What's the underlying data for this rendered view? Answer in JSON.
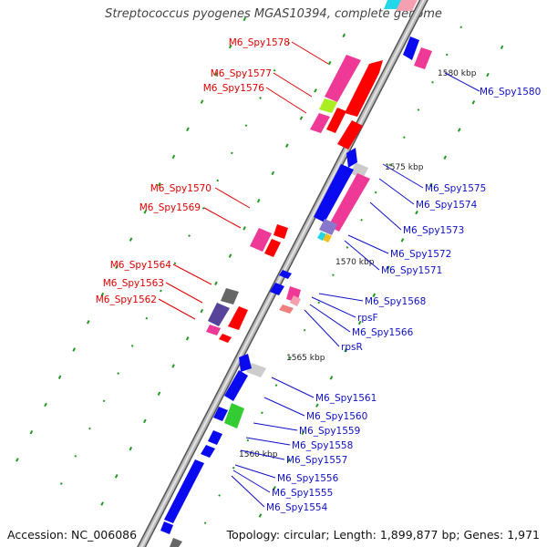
{
  "title": "Streptococcus pyogenes MGAS10394, complete genome",
  "accession": "Accession: NC_006086",
  "summary": "Topology: circular; Length: 1,899,877 bp; Genes: 1,971",
  "scale_labels": [
    "1580 kbp",
    "1575 kbp",
    "1570 kbp",
    "1565 kbp",
    "1560 kbp"
  ],
  "genes": [
    {
      "name": "M6_Spy1578",
      "strand": "forward"
    },
    {
      "name": "M6_Spy1577",
      "strand": "forward"
    },
    {
      "name": "M6_Spy1576",
      "strand": "forward"
    },
    {
      "name": "M6_Spy1570",
      "strand": "forward"
    },
    {
      "name": "M6_Spy1569",
      "strand": "forward"
    },
    {
      "name": "M6_Spy1564",
      "strand": "forward"
    },
    {
      "name": "M6_Spy1563",
      "strand": "forward"
    },
    {
      "name": "M6_Spy1562",
      "strand": "forward"
    },
    {
      "name": "M6_Spy1580",
      "strand": "reverse"
    },
    {
      "name": "M6_Spy1575",
      "strand": "reverse"
    },
    {
      "name": "M6_Spy1574",
      "strand": "reverse"
    },
    {
      "name": "M6_Spy1573",
      "strand": "reverse"
    },
    {
      "name": "M6_Spy1572",
      "strand": "reverse"
    },
    {
      "name": "M6_Spy1571",
      "strand": "reverse"
    },
    {
      "name": "M6_Spy1568",
      "strand": "reverse"
    },
    {
      "name": "rpsF",
      "strand": "reverse"
    },
    {
      "name": "M6_Spy1566",
      "strand": "reverse"
    },
    {
      "name": "rpsR",
      "strand": "reverse"
    },
    {
      "name": "M6_Spy1561",
      "strand": "reverse"
    },
    {
      "name": "M6_Spy1560",
      "strand": "reverse"
    },
    {
      "name": "M6_Spy1559",
      "strand": "reverse"
    },
    {
      "name": "M6_Spy1558",
      "strand": "reverse"
    },
    {
      "name": "M6_Spy1557",
      "strand": "reverse"
    },
    {
      "name": "M6_Spy1556",
      "strand": "reverse"
    },
    {
      "name": "M6_Spy1555",
      "strand": "reverse"
    },
    {
      "name": "M6_Spy1554",
      "strand": "reverse"
    }
  ],
  "colors": {
    "forward_label": "#e00000",
    "reverse_label": "#1010c8",
    "backbone": "#9a9a9a",
    "pink": "#ee3a96",
    "red": "#ff0000",
    "blue": "#0a0af0",
    "lime": "#aaee22",
    "green": "#33cc33",
    "gray": "#666666",
    "lightgray": "#cccccc",
    "purple": "#55449a",
    "lightpink": "#f08080",
    "cyan": "#22d8e8",
    "tick": "#229922"
  }
}
